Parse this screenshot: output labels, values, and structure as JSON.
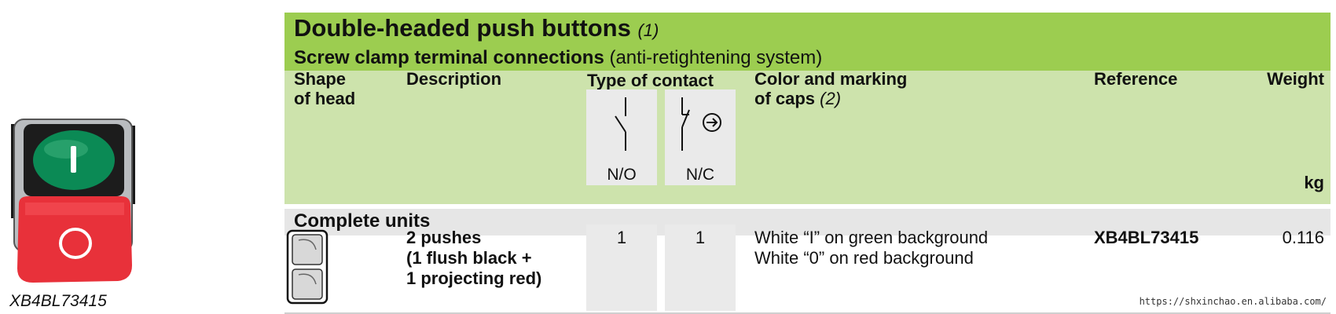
{
  "photo": {
    "caption": "XB4BL73415"
  },
  "table": {
    "title": "Double-headed push buttons",
    "title_note": "(1)",
    "subtitle_bold": "Screw clamp terminal connections",
    "subtitle_rest": "(anti-retightening system)",
    "headers": {
      "shape": "Shape\nof head",
      "description": "Description",
      "contact_type": "Type of contact",
      "contact_no": "N/O",
      "contact_nc": "N/C",
      "color_marking": "Color and marking\nof caps",
      "color_marking_note": "(2)",
      "reference": "Reference",
      "weight": "Weight",
      "weight_unit": "kg"
    },
    "section": "Complete units",
    "row": {
      "description": "2 pushes\n(1 flush black +\n1 projecting red)",
      "no": "1",
      "nc": "1",
      "color_marking": "White “I” on green background\nWhite “0” on red background",
      "reference": "XB4BL73415",
      "weight": "0.116"
    }
  },
  "watermark": "https://shxinchao.en.alibaba.com/",
  "colors": {
    "title_band": "#9ccd50",
    "header_band": "#cde3ac",
    "section_band": "#e6e6e6",
    "contact_cell": "#eaeaea",
    "cap_green": "#0b8a55",
    "cap_red": "#e8313a"
  }
}
